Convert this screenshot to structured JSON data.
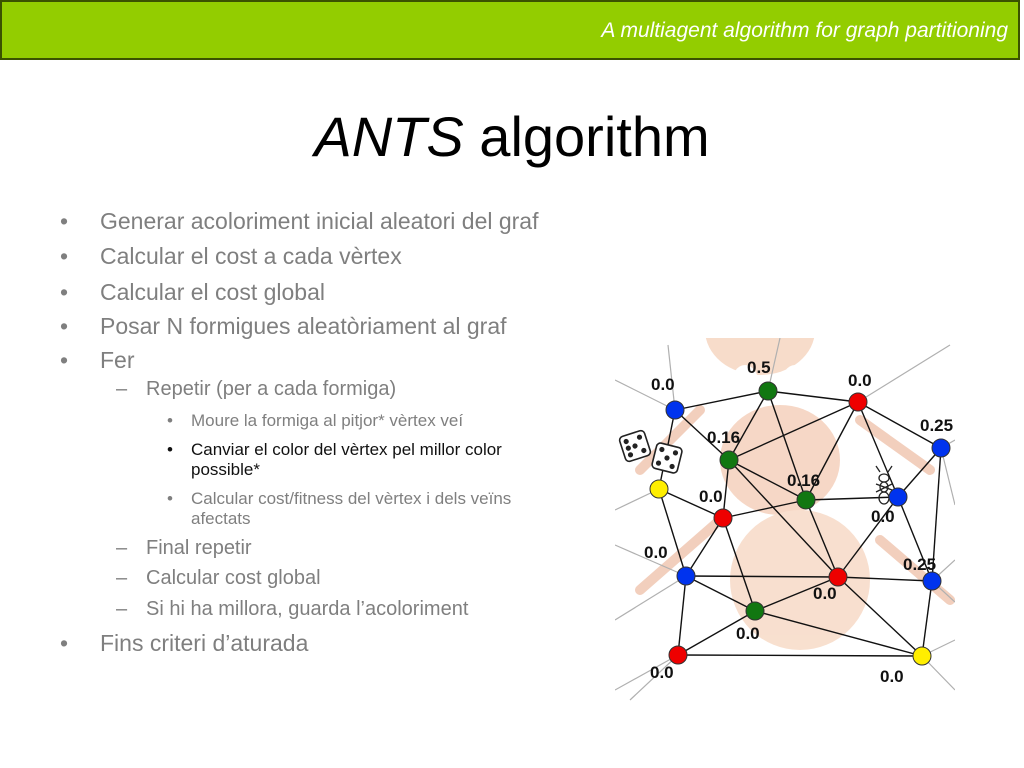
{
  "header": {
    "title": "A multiagent algorithm for graph partitioning"
  },
  "slide": {
    "title_italic": "ANTS",
    "title_rest": " algorithm",
    "bullets": [
      "Generar acoloriment inicial aleatori del graf",
      "Calcular el cost a cada vèrtex",
      "Calcular el cost global",
      "Posar N formigues aleatòriament al graf",
      "Fer"
    ],
    "sub": {
      "repetir": "Repetir (per a cada formiga)",
      "moure": "Moure la formiga al pitjor* vèrtex veí",
      "canviar_1": "Canviar el color del vèrtex pel millor color",
      "canviar_2": "possible*",
      "calcular_1": "Calcular cost/fitness del vèrtex i dels veïns",
      "calcular_2": "afectats",
      "final": "Final repetir",
      "global": "Calcular cost global",
      "millora": "Si hi ha millora, guarda l’acoloriment"
    },
    "last_bullet": "Fins criteri d’aturada",
    "markers": {
      "bullet": "•",
      "dash": "–"
    }
  },
  "graph": {
    "colors": {
      "red": "#ee0000",
      "blue": "#0033ee",
      "green": "#117711",
      "yellow": "#ffee00"
    },
    "labels": [
      "0.0",
      "0.5",
      "0.0",
      "0.25",
      "0.16",
      "0.16",
      "0.0",
      "0.0",
      "0.0",
      "0.25",
      "0.0",
      "0.0",
      "0.0",
      "0.0"
    ]
  },
  "icons": {
    "ant": "ant-illustration",
    "dice": "dice-icon"
  }
}
